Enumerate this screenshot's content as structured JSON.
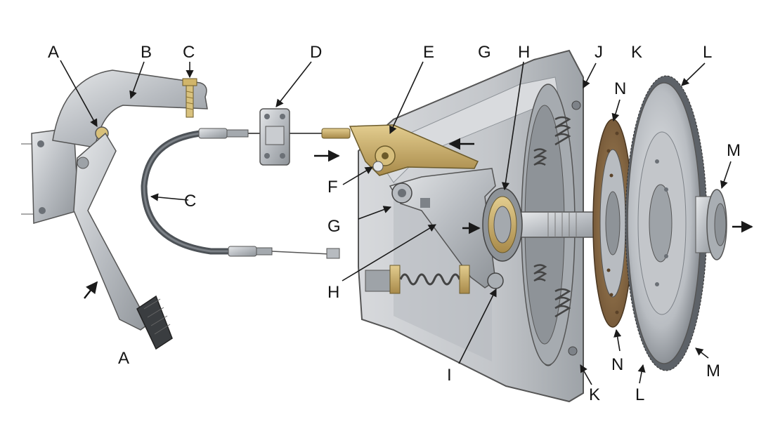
{
  "diagram": {
    "labels": {
      "A_pedal_top": "A",
      "A_pedal_bottom": "A",
      "B": "B",
      "C_bolt": "C",
      "C_cable": "C",
      "D": "D",
      "E": "E",
      "F": "F",
      "G_top": "G",
      "G_fork": "G",
      "H_top": "H",
      "H_lower": "H",
      "I": "I",
      "J": "J",
      "K_top": "K",
      "K_bottom": "K",
      "L_top": "L",
      "L_bottom": "L",
      "M_top": "M",
      "M_bottom": "M",
      "N_top": "N",
      "N_bottom": "N"
    },
    "colors": {
      "housing": "#c9ccd0",
      "housing_dark": "#8e9398",
      "metal": "#b8bcc1",
      "brass": "#c8ad6a",
      "friction": "#8a6a44",
      "cable": "#4d5257",
      "ink": "#1a1a1a"
    }
  }
}
